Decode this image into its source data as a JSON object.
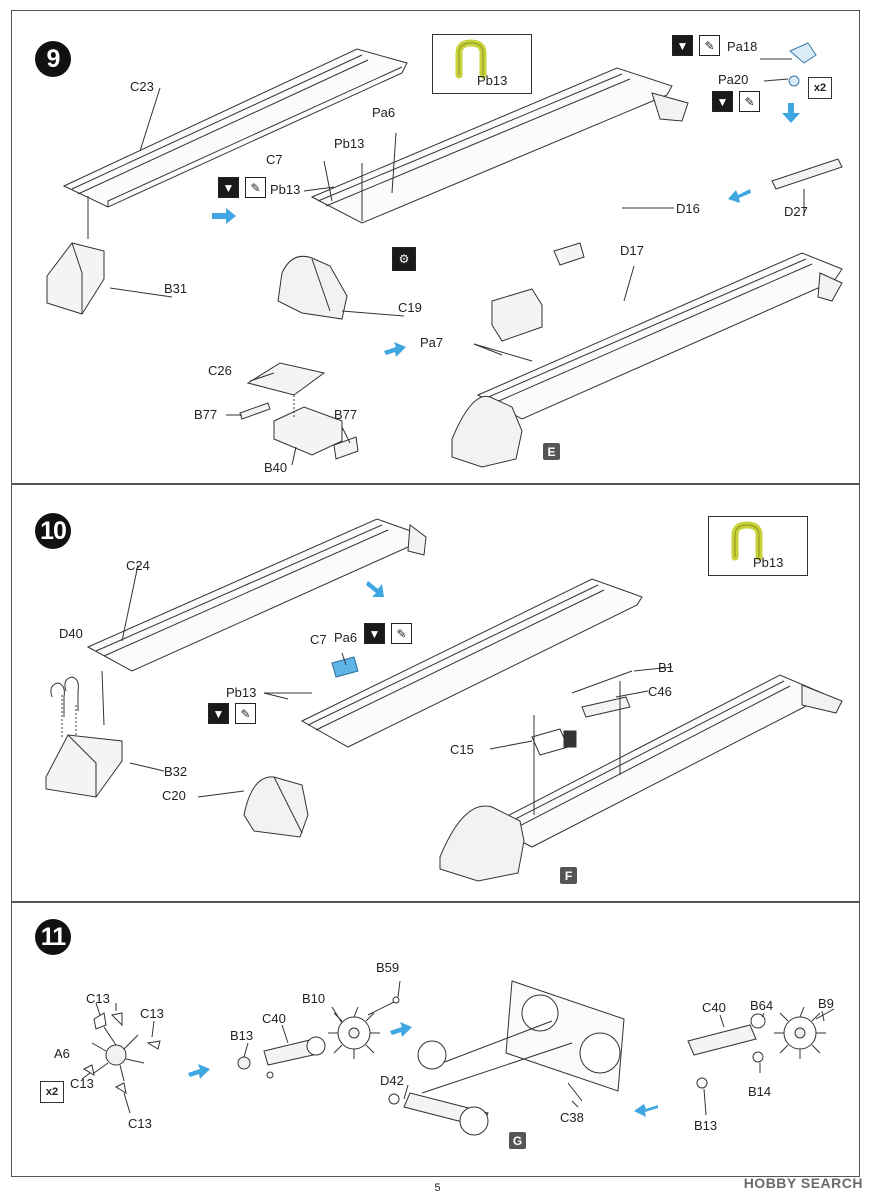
{
  "steps": {
    "s9": {
      "number": "9",
      "labels": {
        "c23": "C23",
        "b31": "B31",
        "c7": "C7",
        "pb13a": "Pb13",
        "pb13b": "Pb13",
        "pa6": "Pa6",
        "c19": "C19",
        "c26": "C26",
        "b77a": "B77",
        "b77b": "B77",
        "b40": "B40",
        "pa7": "Pa7",
        "d16": "D16",
        "d17": "D17",
        "pa18": "Pa18",
        "pa20": "Pa20",
        "d27": "D27"
      },
      "pb_box": "Pb13",
      "multiplier": "x2",
      "subassembly": "E"
    },
    "s10": {
      "number": "10",
      "labels": {
        "c24": "C24",
        "d40": "D40",
        "b32": "B32",
        "c7": "C7",
        "pa6": "Pa6",
        "pb13": "Pb13",
        "c20": "C20",
        "b1": "B1",
        "c46": "C46",
        "c15": "C15"
      },
      "pb_box": "Pb13",
      "subassembly": "F"
    },
    "s11": {
      "number": "11",
      "labels": {
        "c13a": "C13",
        "c13b": "C13",
        "c13c": "C13",
        "c13d": "C13",
        "a6": "A6",
        "b59": "B59",
        "b10": "B10",
        "c40a": "C40",
        "b13a": "B13",
        "d42": "D42",
        "c38": "C38",
        "c40b": "C40",
        "b64": "B64",
        "b9": "B9",
        "b14": "B14",
        "b13b": "B13"
      },
      "multiplier": "x2",
      "subassembly": "G"
    }
  },
  "icons": {
    "cement": "cement-icon",
    "paint": "paint-drop-icon",
    "drill": "drill-icon"
  },
  "colors": {
    "pb_part": "#c9d23a",
    "arrow_blue": "#3ea6e0",
    "highlight_blue": "#5fb5e6"
  },
  "footer": {
    "page_number": "5",
    "watermark": "HOBBY SEARCH"
  }
}
